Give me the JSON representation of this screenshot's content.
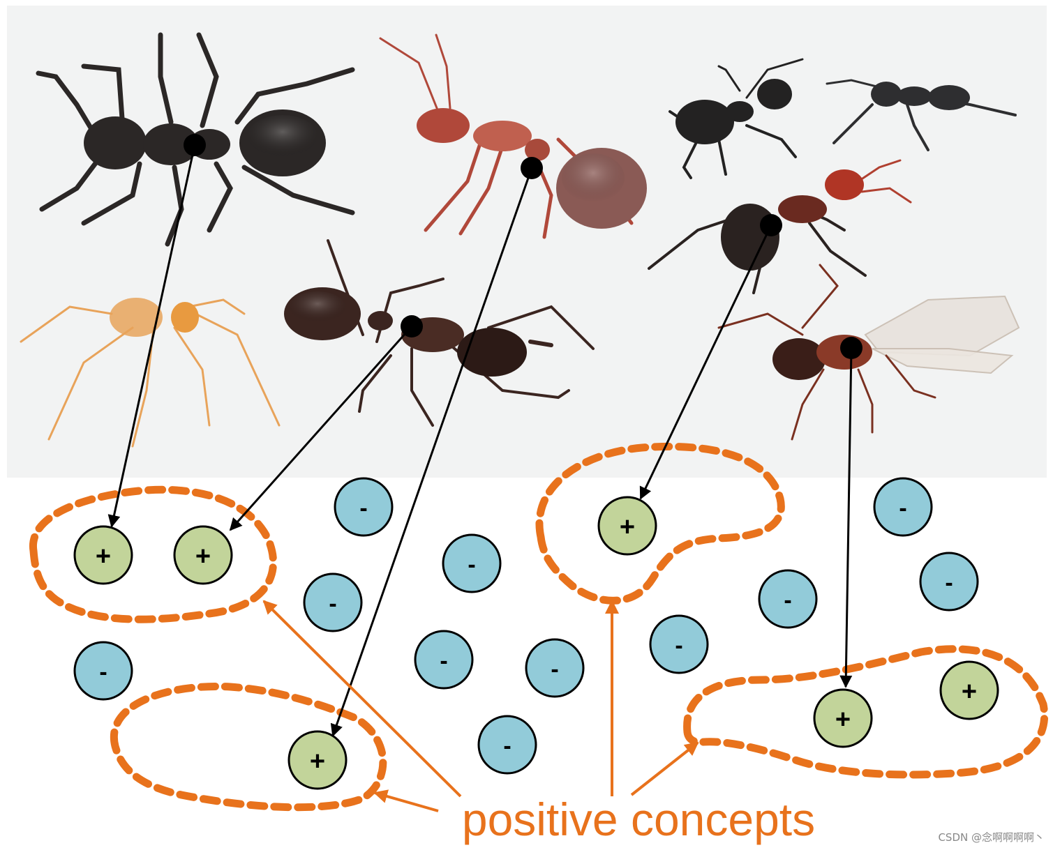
{
  "caption": "positive concepts",
  "watermark": "CSDN @念啊啊啊啊丶",
  "nodes": {
    "positive_sign": "+",
    "negative_sign": "-"
  },
  "colors": {
    "photo_background": "#f2f3f3",
    "positive_fill": "#c2d49a",
    "negative_fill": "#92cbd9",
    "node_stroke": "#000000",
    "concept_outline": "#e8721c",
    "arrow": "#000000",
    "caption": "#e8721c"
  },
  "ants": [
    {
      "name": "black-carpenter-ant",
      "color": "#2b2726"
    },
    {
      "name": "red-ant",
      "color": "#b0483a"
    },
    {
      "name": "small-black-ant",
      "color": "#232222"
    },
    {
      "name": "slender-black-ant",
      "color": "#2e2e30"
    },
    {
      "name": "red-black-ant",
      "color": "#2a2220"
    },
    {
      "name": "pale-orange-ant",
      "color": "#e8a35a"
    },
    {
      "name": "brown-bull-ant",
      "color": "#3b2520"
    },
    {
      "name": "winged-ant",
      "color": "#7a3020"
    }
  ]
}
